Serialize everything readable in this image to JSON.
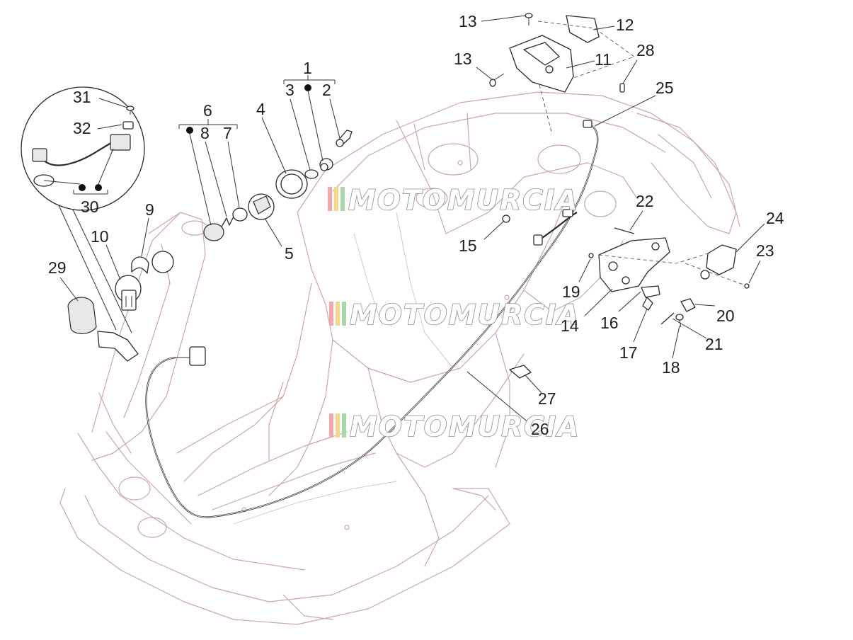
{
  "diagram": {
    "callouts": {
      "c1": "1",
      "c2": "2",
      "c3": "3",
      "c4": "4",
      "c5": "5",
      "c6": "6",
      "c7": "7",
      "c8": "8",
      "c9": "9",
      "c10": "10",
      "c11": "11",
      "c12": "12",
      "c13a": "13",
      "c13b": "13",
      "c14": "14",
      "c15": "15",
      "c16": "16",
      "c17": "17",
      "c18": "18",
      "c19": "19",
      "c20": "20",
      "c21": "21",
      "c22": "22",
      "c23": "23",
      "c24": "24",
      "c25": "25",
      "c26": "26",
      "c27": "27",
      "c28": "28",
      "c29": "29",
      "c30": "30",
      "c31": "31",
      "c32": "32"
    },
    "watermark": {
      "text": "MOTOMURCIA",
      "stripe_colors": [
        "#f2a8a8",
        "#f5d98a",
        "#a8d8a8"
      ]
    },
    "colors": {
      "frame_line": "#c9a8a6",
      "part_line": "#2a2a2a"
    }
  }
}
